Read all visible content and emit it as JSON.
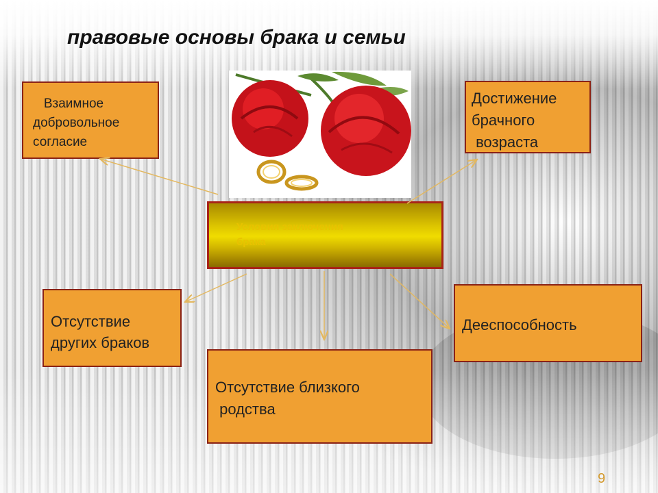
{
  "title": "правовые основы брака и семьи",
  "center": {
    "label": "Условия заключения\nбрака"
  },
  "boxes": {
    "mutual_consent": "   Взаимное\nдобровольное\nсогласие",
    "marriage_age": "Достижение\nбрачного\n возраста",
    "no_other_marriages": "Отсутствие\nдругих браков",
    "legal_capacity": "Дееспособность",
    "no_close_kinship": "Отсутствие близкого\n родства"
  },
  "page_number": "9",
  "colors": {
    "box_fill": "#f0a032",
    "box_border": "#8a2216",
    "center_gold": "#f0dc00",
    "center_border": "#a82418",
    "arrow": "#e3b860"
  }
}
